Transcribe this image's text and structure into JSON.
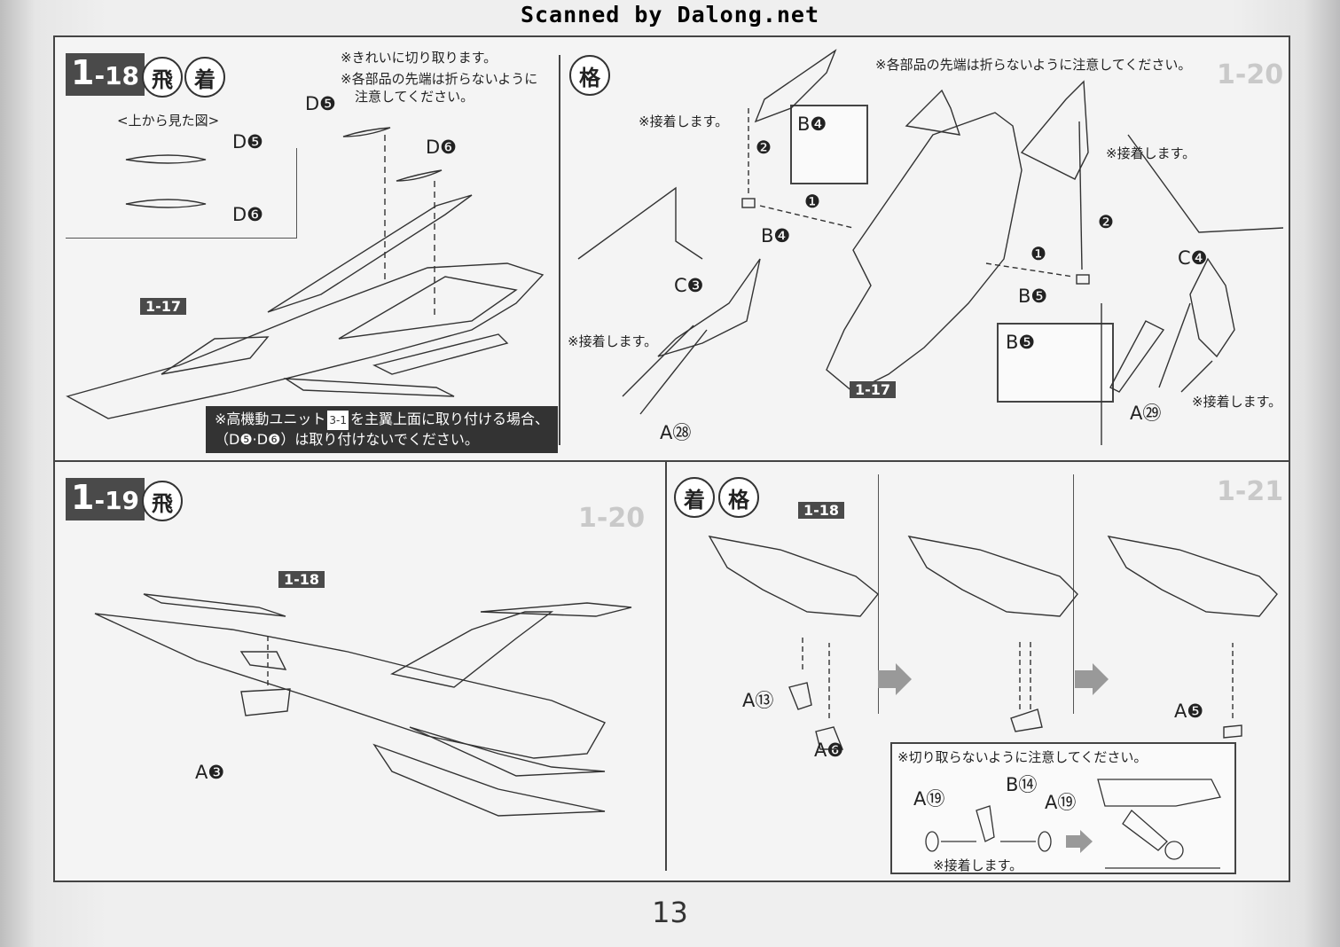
{
  "header": {
    "scan_credit": "Scanned by Dalong.net"
  },
  "page_number": "13",
  "step_1_18": {
    "step": "1",
    "sub": "-18",
    "modes": [
      "飛",
      "着"
    ],
    "notes": [
      "※きれいに切り取ります。",
      "※各部品の先端は折らないように",
      "注意してください。"
    ],
    "top_view_label": "<上から見た図>",
    "parts": [
      "D❺",
      "D❻"
    ],
    "ref_step": "1-17",
    "warning_line1_pre": "※高機動ユニット",
    "warning_chip": "3-1",
    "warning_line1_post": "を主翼上面に取り付ける場合、",
    "warning_line2": "（D❺·D❻）は取り付けないでください。"
  },
  "step_kaku_top": {
    "mode": "格",
    "note_tip": "※各部品の先端は折らないように注意してください。",
    "glue_notes": [
      "※接着します。",
      "※接着します。",
      "※接着します。",
      "※接着します。"
    ],
    "parts": [
      "B❹",
      "B❹",
      "C❸",
      "A㉘",
      "B❺",
      "B❺",
      "C❹",
      "A㉙"
    ],
    "ref_step": "1-17",
    "order_marks": [
      "❶",
      "❷",
      "❶",
      "❷"
    ]
  },
  "step_1_19": {
    "step": "1",
    "sub": "-19",
    "mode": "飛",
    "ref_step": "1-18",
    "part": "A❸"
  },
  "step_gear": {
    "modes": [
      "着",
      "格"
    ],
    "ref_step": "1-18",
    "parts": [
      "A⑬",
      "A❻",
      "A❺"
    ],
    "inset_note": "※切り取らないように注意してください。",
    "inset_parts": [
      "A⑲",
      "B⑭",
      "A⑲"
    ],
    "inset_glue": "※接着します。"
  }
}
